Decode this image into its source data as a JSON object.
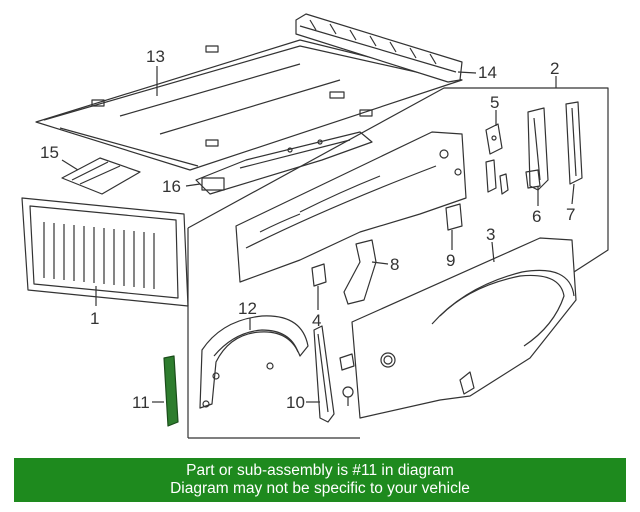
{
  "diagram": {
    "callouts": {
      "c1": "1",
      "c2": "2",
      "c3": "3",
      "c4": "4",
      "c5": "5",
      "c6": "6",
      "c7": "7",
      "c8": "8",
      "c9": "9",
      "c10": "10",
      "c11": "11",
      "c12": "12",
      "c13": "13",
      "c14": "14",
      "c15": "15",
      "c16": "16"
    },
    "highlight_part": "11",
    "highlight_color": "#2e7d2e",
    "line_color": "#333333"
  },
  "banner": {
    "line1": "Part or sub-assembly is #11 in diagram",
    "line2": "Diagram may not be specific to your vehicle",
    "background": "#1e8a1e",
    "text_color": "#ffffff"
  }
}
